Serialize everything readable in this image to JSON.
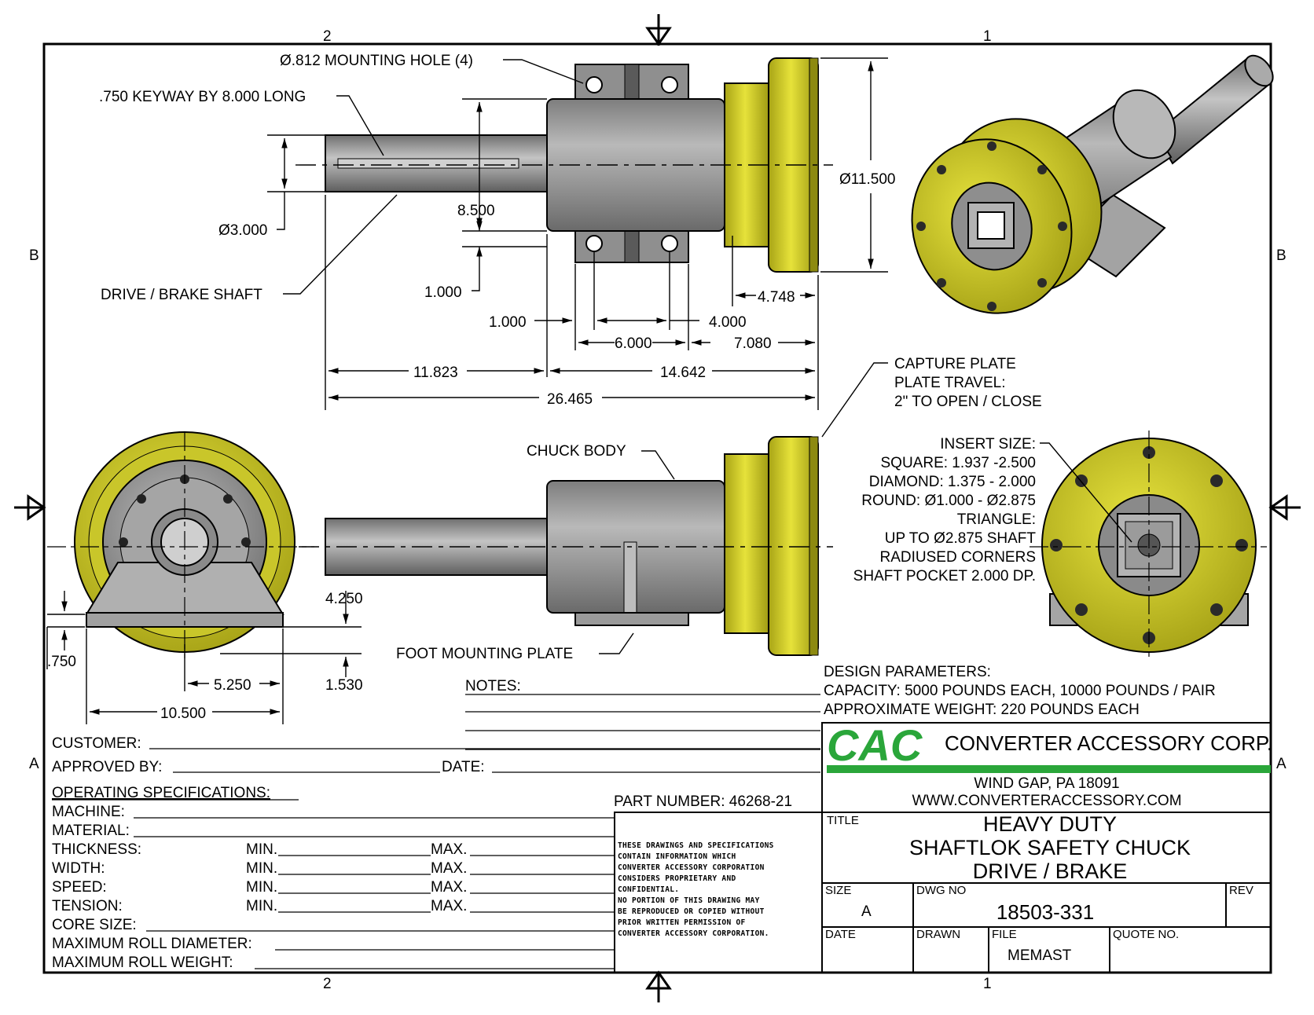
{
  "zones": {
    "top_left": "2",
    "top_right": "1",
    "left": "B",
    "right": "B",
    "lower_left": "A",
    "lower_right": "A",
    "bottom_left": "2",
    "bottom_right": "1"
  },
  "callouts": {
    "mounting_hole": "Ø.812 MOUNTING HOLE (4)",
    "keyway": ".750 KEYWAY BY 8.000 LONG",
    "drive_shaft": "DRIVE / BRAKE SHAFT",
    "chuck_body": "CHUCK BODY",
    "foot_plate": "FOOT MOUNTING PLATE",
    "capture_plate": [
      "CAPTURE PLATE",
      "PLATE TRAVEL:",
      "2\" TO OPEN / CLOSE"
    ],
    "insert_size": [
      "INSERT SIZE:",
      "SQUARE: 1.937 -2.500",
      "DIAMOND: 1.375 - 2.000",
      "ROUND: Ø1.000 - Ø2.875",
      "TRIANGLE:",
      "UP TO Ø2.875 SHAFT",
      "RADIUSED CORNERS",
      "SHAFT POCKET 2.000 DP."
    ]
  },
  "dimensions": {
    "d_shaft": "Ø3.000",
    "d_flange": "Ø11.500",
    "h_8500": "8.500",
    "h_1000a": "1.000",
    "w_1000b": "1.000",
    "w_4000": "4.000",
    "w_4748": "4.748",
    "w_6000": "6.000",
    "w_7080": "7.080",
    "w_11823": "11.823",
    "w_14642": "14.642",
    "w_26465": "26.465",
    "h_4250": "4.250",
    "h_1530": "1.530",
    "h_750": ".750",
    "w_5250": "5.250",
    "w_10500": "10.500"
  },
  "design": {
    "heading": "DESIGN PARAMETERS:",
    "capacity": "CAPACITY: 5000 POUNDS EACH, 10000 POUNDS / PAIR",
    "weight": "APPROXIMATE WEIGHT: 220 POUNDS EACH"
  },
  "notes_label": "NOTES:",
  "customer": "CUSTOMER:",
  "approved": "APPROVED BY:",
  "date_label": "DATE:",
  "part_number": "PART NUMBER: 46268-21",
  "specs": {
    "heading": "OPERATING SPECIFICATIONS:",
    "machine": "MACHINE:",
    "material": "MATERIAL:",
    "thickness": "THICKNESS:",
    "width": "WIDTH:",
    "speed": "SPEED:",
    "tension": "TENSION:",
    "min": "MIN.",
    "max": "MAX.",
    "core": "CORE SIZE:",
    "max_dia": "MAXIMUM ROLL DIAMETER:",
    "max_weight": "MAXIMUM ROLL WEIGHT:"
  },
  "confidential": [
    "THESE DRAWINGS AND SPECIFICATIONS",
    "CONTAIN INFORMATION WHICH",
    "CONVERTER ACCESSORY CORPORATION",
    "CONSIDERS PROPRIETARY AND",
    "CONFIDENTIAL.",
    "NO PORTION OF THIS DRAWING MAY",
    "BE REPRODUCED OR COPIED WITHOUT",
    "PRIOR WRITTEN PERMISSION OF",
    "CONVERTER ACCESSORY CORPORATION."
  ],
  "company": {
    "logo": "CAC",
    "name": "CONVERTER ACCESSORY CORP.",
    "city": "WIND GAP, PA 18091",
    "web": "WWW.CONVERTERACCESSORY.COM",
    "brand_green": "#2aa63a"
  },
  "title_block": {
    "title_label": "TITLE",
    "title": [
      "HEAVY DUTY",
      "SHAFTLOK SAFETY CHUCK",
      "DRIVE / BRAKE"
    ],
    "size_label": "SIZE",
    "size": "A",
    "dwg_label": "DWG NO",
    "dwg": "18503-331",
    "rev_label": "REV",
    "date_label": "DATE",
    "drawn_label": "DRAWN",
    "file_label": "FILE",
    "file": "MEMAST",
    "quote_label": "QUOTE NO."
  },
  "colors": {
    "yellow": "#d8d42a",
    "gray": "#9a9a9a",
    "dark": "#555555"
  }
}
